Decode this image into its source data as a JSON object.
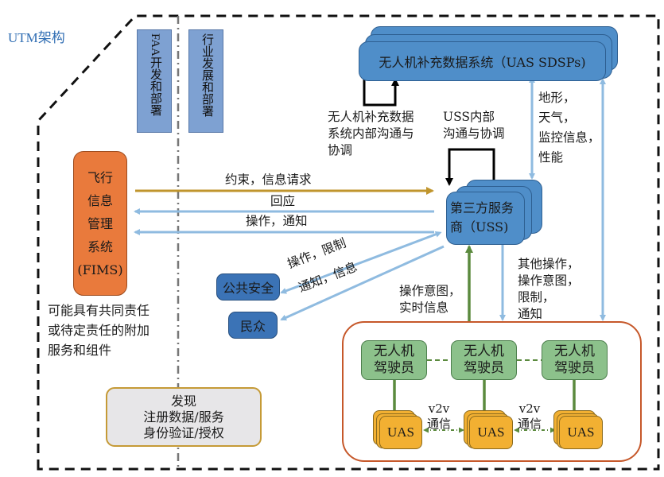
{
  "title": "UTM架构",
  "zones": {
    "faa": "FAA开发和部署",
    "industry": "行业发展和部署"
  },
  "sdsp": {
    "label": "无人机补充数据系统（UAS SDSPs)",
    "internal_comm": [
      "无人机补充数据",
      "系统内部沟通与",
      "协调"
    ]
  },
  "uss": {
    "label_line1": "第三方服务",
    "label_line2": "商（USS)",
    "internal_comm": [
      "USS内部",
      "沟通与协调"
    ]
  },
  "sdsp_to_uss_info": [
    "地形，",
    "天气，",
    "监控信息，",
    "性能"
  ],
  "fims": {
    "label": [
      "飞行",
      "信息",
      "管理",
      "系统",
      "(FIMS)"
    ]
  },
  "fims_arrows": {
    "constraints": "约束，信息请求",
    "response": "回应",
    "operations": "操作，通知"
  },
  "additional_services": [
    "可能具有共同责任",
    "或待定责任的附加",
    "服务和组件"
  ],
  "public_safety": "公共安全",
  "public": "民众",
  "public_arrows": {
    "ops_restrictions": "操作，限制",
    "notify_info": "通知，信息"
  },
  "operator_to_uss": [
    "操作意图，",
    "实时信息"
  ],
  "uss_to_operator": [
    "其他操作，",
    "操作意图，",
    "限制，",
    "通知"
  ],
  "operators": [
    {
      "label": [
        "无人机",
        "驾驶员"
      ]
    },
    {
      "label": [
        "无人机",
        "驾驶员"
      ]
    },
    {
      "label": [
        "无人机",
        "驾驶员"
      ]
    }
  ],
  "uas": [
    {
      "label": "UAS"
    },
    {
      "label": "UAS"
    },
    {
      "label": "UAS"
    }
  ],
  "v2v": [
    {
      "label": [
        "v2v",
        "通信"
      ]
    },
    {
      "label": [
        "v2v",
        "通信"
      ]
    }
  ],
  "discovery": [
    "发现",
    "注册数据/服务",
    "身份验证/授权"
  ],
  "colors": {
    "title": "#2f6db3",
    "fims": "#e97a3c",
    "uss_blue": "#4f8ec9",
    "light_arrow": "#8fbbe0",
    "constraint_arrow": "#c0952d",
    "operator_green": "#8cc18b",
    "uas_yellow": "#f2b032",
    "group_border": "#c6582a"
  }
}
